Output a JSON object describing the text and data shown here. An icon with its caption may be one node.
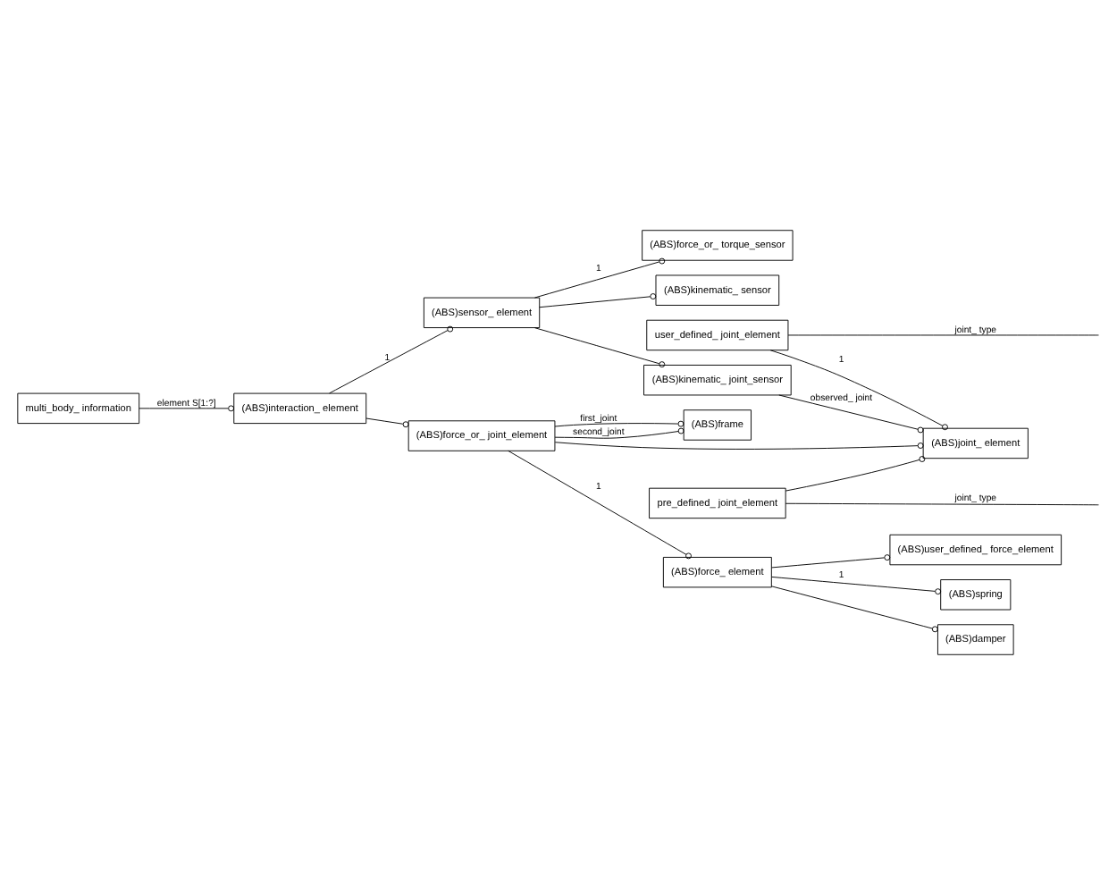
{
  "diagram": {
    "nodes": [
      {
        "text": [
          "multi_body_ information"
        ]
      },
      {
        "text": [
          "(ABS)interaction_ element"
        ]
      },
      {
        "text": [
          "(ABS)sensor_ element"
        ]
      },
      {
        "text": [
          "(ABS)force_or_ joint_element"
        ]
      },
      {
        "text": [
          "(ABS)force_or_ torque_sensor"
        ]
      },
      {
        "text": [
          "(ABS)kinematic_ sensor"
        ]
      },
      {
        "text": [
          "(ABS)kinematic_ joint_sensor"
        ]
      },
      {
        "text": [
          "(ABS)frame"
        ]
      },
      {
        "text": [
          "(ABS)force_ element"
        ]
      },
      {
        "text": [
          "(ABS)joint_ element"
        ]
      },
      {
        "text": [
          "pre_defined_ joint_element"
        ]
      },
      {
        "text": [
          "user_defined_ joint_element"
        ]
      },
      {
        "text": [
          "(ABS)spring"
        ]
      },
      {
        "text": [
          "(ABS)damper"
        ]
      },
      {
        "text": [
          "(ABS)user_defined_ force_element"
        ]
      }
    ],
    "edges": [
      {
        "from": 0,
        "to": 1,
        "arrow": "other",
        "label": "element S[1:?]"
      },
      {
        "from": 1,
        "to": 2,
        "arrow": "other",
        "label": "1"
      },
      {
        "from": 1,
        "to": 3,
        "arrow": "other"
      },
      {
        "from": 2,
        "to": 4,
        "arrow": "other",
        "label": "1"
      },
      {
        "from": 2,
        "to": 5,
        "arrow": "other"
      },
      {
        "from": 2,
        "to": 6,
        "arrow": "other"
      },
      {
        "from": 3,
        "to": 7,
        "arrow": "other",
        "label": "first_joint"
      },
      {
        "from": 3,
        "to": 7,
        "arrow": "other",
        "label": "second_joint"
      },
      {
        "from": 3,
        "to": 8,
        "arrow": "other",
        "label": "1"
      },
      {
        "from": 3,
        "to": 9,
        "arrow": "other"
      },
      {
        "from": 6,
        "to": 9,
        "arrow": "other",
        "label": "observed_ joint"
      },
      {
        "from": 10,
        "to": 9,
        "arrow": "other"
      },
      {
        "from": 11,
        "to": 9,
        "arrow": "other",
        "label": "1"
      },
      {
        "from": 10,
        "to": null,
        "arrow": "none",
        "label": "joint_ type"
      },
      {
        "from": 11,
        "to": null,
        "arrow": "none",
        "label": "joint_ type"
      },
      {
        "from": 8,
        "to": 12,
        "arrow": "other",
        "label": "1"
      },
      {
        "from": 8,
        "to": 13,
        "arrow": "other"
      },
      {
        "from": 8,
        "to": 14,
        "arrow": "other"
      }
    ]
  }
}
